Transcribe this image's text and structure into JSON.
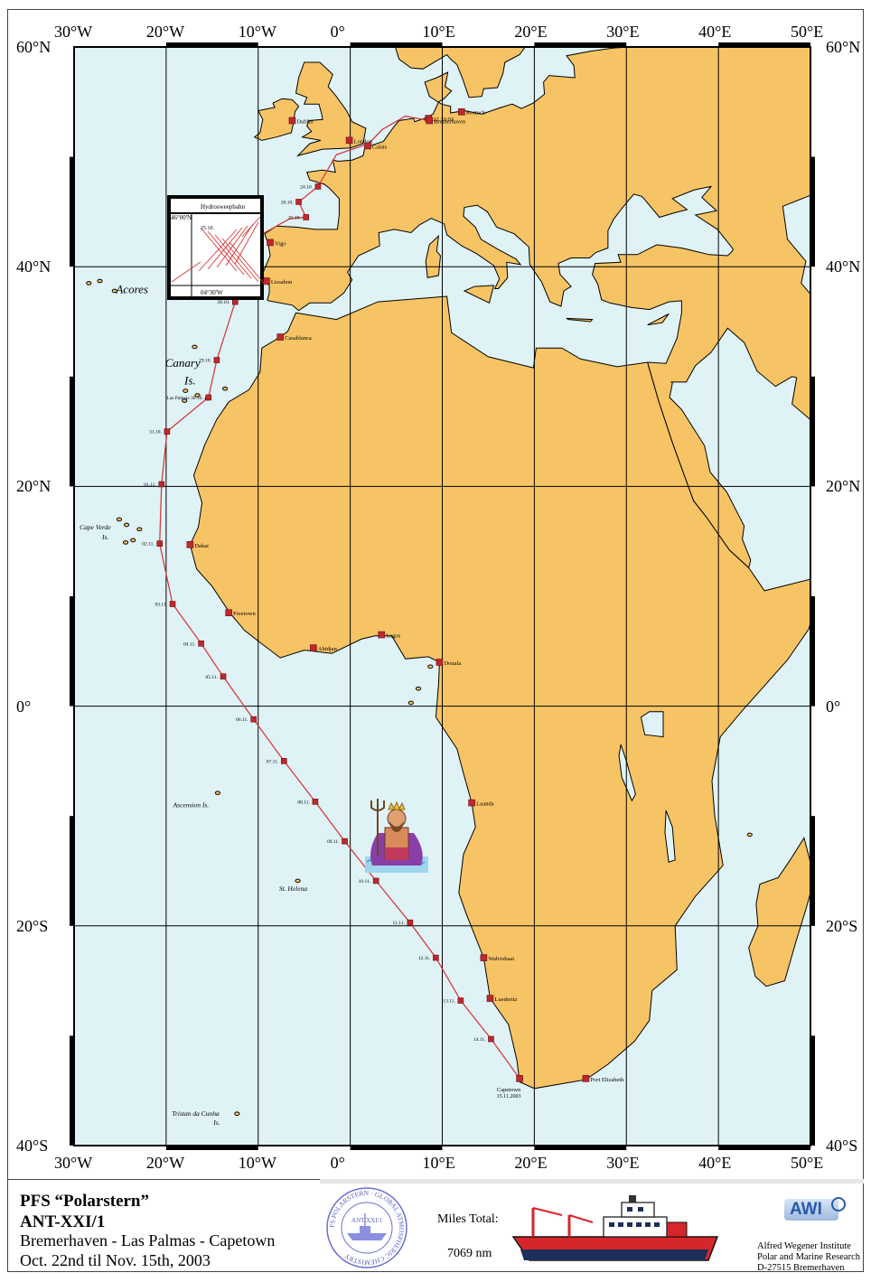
{
  "map": {
    "lon_ticks": [
      {
        "lon": -30,
        "label": "30°W"
      },
      {
        "lon": -20,
        "label": "20°W"
      },
      {
        "lon": -10,
        "label": "10°W"
      },
      {
        "lon": 0,
        "label": "0°"
      },
      {
        "lon": 10,
        "label": "10°E"
      },
      {
        "lon": 20,
        "label": "20°E"
      },
      {
        "lon": 30,
        "label": "30°E"
      },
      {
        "lon": 40,
        "label": "40°E"
      },
      {
        "lon": 50,
        "label": "50°E"
      }
    ],
    "lat_ticks": [
      {
        "lat": 60,
        "label": "60°N"
      },
      {
        "lat": 40,
        "label": "40°N"
      },
      {
        "lat": 20,
        "label": "20°N"
      },
      {
        "lat": 0,
        "label": "0°"
      },
      {
        "lat": -20,
        "label": "20°S"
      },
      {
        "lat": -40,
        "label": "40°S"
      }
    ],
    "colors": {
      "land": "#f7c465",
      "sea": "#dff3f7",
      "route": "#d43c3c",
      "station": "#c0282c"
    },
    "ports": [
      {
        "name": "22.10.03",
        "lon": 8.5,
        "lat": 53.5
      },
      {
        "name": "Bremerhaven",
        "lon": 8.6,
        "lat": 53.3
      },
      {
        "name": "Rostock",
        "lon": 12.1,
        "lat": 54.1
      },
      {
        "name": "Dublin",
        "lon": -6.3,
        "lat": 53.3
      },
      {
        "name": "London",
        "lon": -0.1,
        "lat": 51.5
      },
      {
        "name": "Calais",
        "lon": 1.9,
        "lat": 51.0
      },
      {
        "name": "Vigo",
        "lon": -8.7,
        "lat": 42.2
      },
      {
        "name": "Lissabon",
        "lon": -9.1,
        "lat": 38.7
      },
      {
        "name": "Casablanca",
        "lon": -7.6,
        "lat": 33.6
      },
      {
        "name": "Dakar",
        "lon": -17.4,
        "lat": 14.7
      },
      {
        "name": "Freetown",
        "lon": -13.2,
        "lat": 8.5
      },
      {
        "name": "Abidjan",
        "lon": -4.0,
        "lat": 5.3
      },
      {
        "name": "Lagos",
        "lon": 3.4,
        "lat": 6.5
      },
      {
        "name": "Douala",
        "lon": 9.7,
        "lat": 4.0
      },
      {
        "name": "Luanda",
        "lon": 13.2,
        "lat": -8.8
      },
      {
        "name": "Walvisbaai",
        "lon": 14.5,
        "lat": -22.9
      },
      {
        "name": "Luederitz",
        "lon": 15.2,
        "lat": -26.6
      },
      {
        "name": "Port Elizabeth",
        "lon": 25.6,
        "lat": -33.9
      }
    ],
    "stations": [
      {
        "label": "24.10.",
        "lon": -3.5,
        "lat": 47.3
      },
      {
        "label": "25.10.",
        "lon": -4.8,
        "lat": 44.5
      },
      {
        "label": "26.10.",
        "lon": -5.6,
        "lat": 45.9
      },
      {
        "label": "27.10.",
        "lon": -10.2,
        "lat": 41.6
      },
      {
        "label": "28.10.",
        "lon": -12.5,
        "lat": 36.8
      },
      {
        "label": "29.10.",
        "lon": -14.5,
        "lat": 31.5
      },
      {
        "label": "Las Palmas 30.10.",
        "lon": -15.4,
        "lat": 28.1
      },
      {
        "label": "31.10.",
        "lon": -19.9,
        "lat": 25.0
      },
      {
        "label": "01.11.",
        "lon": -20.5,
        "lat": 20.2
      },
      {
        "label": "02.11.",
        "lon": -20.7,
        "lat": 14.8
      },
      {
        "label": "03.11.",
        "lon": -19.3,
        "lat": 9.3
      },
      {
        "label": "04.11.",
        "lon": -16.2,
        "lat": 5.7
      },
      {
        "label": "05.11.",
        "lon": -13.8,
        "lat": 2.7
      },
      {
        "label": "06.11.",
        "lon": -10.5,
        "lat": -1.2
      },
      {
        "label": "07.11.",
        "lon": -7.2,
        "lat": -5.0
      },
      {
        "label": "08.11.",
        "lon": -3.8,
        "lat": -8.7
      },
      {
        "label": "09.11.",
        "lon": -0.6,
        "lat": -12.3
      },
      {
        "label": "10.11.",
        "lon": 2.8,
        "lat": -15.9
      },
      {
        "label": "11.11.",
        "lon": 6.5,
        "lat": -19.7
      },
      {
        "label": "12.11.",
        "lon": 9.3,
        "lat": -22.9
      },
      {
        "label": "13.11.",
        "lon": 12.0,
        "lat": -26.8
      },
      {
        "label": "14.11.",
        "lon": 15.3,
        "lat": -30.3
      }
    ],
    "final_stop": {
      "name": "Capetown",
      "date": "15.11.2003",
      "lon": 18.4,
      "lat": -33.9
    },
    "islands": [
      {
        "name": "Acores",
        "lon": -23.7,
        "lat": 37.6
      },
      {
        "name": "Canary",
        "lon": -18.2,
        "lat": 30.9
      },
      {
        "name": "Is.",
        "lon": -17.4,
        "lat": 29.3
      },
      {
        "name": "Cape Verde",
        "lon": -27.7,
        "lat": 16.1
      },
      {
        "name": "Is.",
        "lon": -26.6,
        "lat": 15.2
      },
      {
        "name": "Ascension Is.",
        "lon": -17.3,
        "lat": -9.2
      },
      {
        "name": "St. Helena",
        "lon": -6.2,
        "lat": -16.8
      },
      {
        "name": "Tristan da Cunha",
        "lon": -16.8,
        "lat": -37.3
      },
      {
        "name": "Is.",
        "lon": -14.5,
        "lat": -38.1
      }
    ],
    "inset": {
      "title": "Hydrosweepbahn",
      "lat_label": "46°00'N",
      "lon_label": "04°30'W",
      "date_label": "25.10."
    }
  },
  "legend": {
    "ship": "PFS “Polarstern”",
    "cruise": "ANT-XXI/1",
    "route": "Bremerhaven - Las Palmas - Capetown",
    "dates": "Oct. 22nd til Nov. 15th, 2003",
    "miles_label": "Miles Total:",
    "miles_value": "7069 nm",
    "seal_text": "FS POLARSTERN · GLOBAL ATMOSPHERIC CHEMISTRY",
    "seal_center": "ANT-XXI/1",
    "awi_logo": "AWI",
    "institute": [
      "Alfred Wegener Institute",
      "Polar and Marine Research",
      "D-27515 Bremerhaven"
    ]
  }
}
